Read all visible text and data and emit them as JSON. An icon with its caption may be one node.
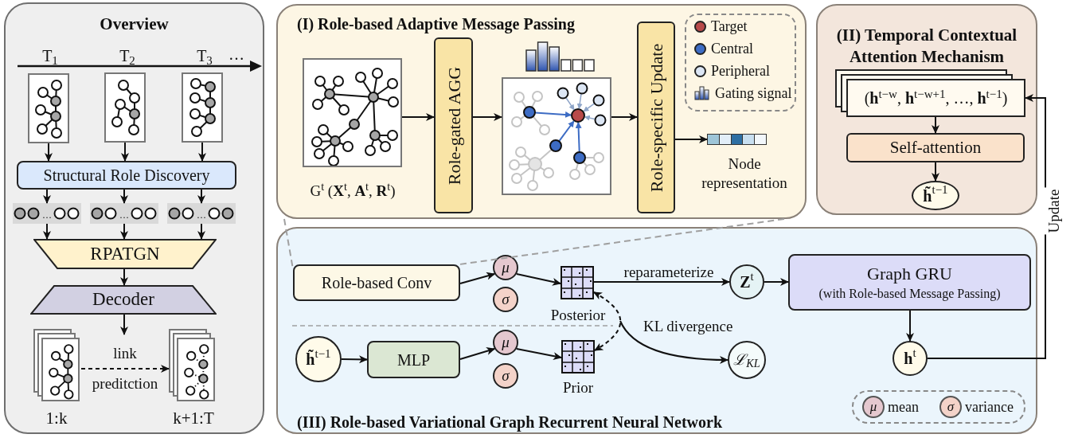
{
  "diagram": {
    "nodes": [
      {
        "text": [
          "Overview"
        ]
      },
      {
        "text": [],
        "shape": "picture",
        "in": 0,
        "beside": [
          "T$_{1}$"
        ]
      },
      {
        "text": [],
        "shape": "picture",
        "in": 0,
        "beside": [
          "T$_{2}$"
        ]
      },
      {
        "text": [],
        "shape": "picture",
        "in": 0,
        "beside": [
          "T$_{3}$"
        ]
      },
      {
        "text": [
          "Structural Role Discovery"
        ],
        "in": 0
      },
      {
        "text": [
          "…"
        ],
        "in": 0
      },
      {
        "text": [
          "…"
        ],
        "in": 0
      },
      {
        "text": [
          "…"
        ],
        "in": 0
      },
      {
        "text": [
          "RPATGN"
        ],
        "in": 0
      },
      {
        "text": [
          "Decoder"
        ],
        "in": 0
      },
      {
        "text": [],
        "shape": "picture",
        "in": 0,
        "beside": [
          "1:k"
        ]
      },
      {
        "text": [],
        "shape": "picture",
        "in": 0,
        "beside": [
          "k+1:T"
        ]
      },
      {
        "text": [
          "(I) Role-based Adaptive Message Passing"
        ]
      },
      {
        "text": [],
        "shape": "picture",
        "in": 12,
        "beside": [
          "G$^{t}$ (**X**$^{t}$, **A**$^{t}$, **R**$^{t}$)"
        ]
      },
      {
        "text": [
          "Role-gated AGG"
        ],
        "in": 12
      },
      {
        "text": [],
        "shape": "picture",
        "in": 12
      },
      {
        "text": [
          "Role-specific Update"
        ],
        "in": 12
      },
      {
        "text": [],
        "shape": "bar",
        "in": 12,
        "beside": [
          "Node representation"
        ]
      },
      {
        "text": [
          "(II) Temporal Contextual Attention Mechanism"
        ]
      },
      {
        "text": [
          "(**h**$^{t−w}$, **h**$^{t−w+1}$, …, **h**$^{t−1}$)"
        ],
        "in": 18
      },
      {
        "text": [
          "Self-attention"
        ],
        "in": 18
      },
      {
        "text": [
          "**h̃**$^{t−1}$"
        ],
        "in": 18
      },
      {
        "text": [
          "(III) Role-based Variational Graph Recurrent Neural Network"
        ]
      },
      {
        "text": [
          "Role-based Conv"
        ],
        "in": 22
      },
      {
        "text": [
          "μ"
        ],
        "in": 22
      },
      {
        "text": [
          "σ"
        ],
        "in": 22
      },
      {
        "text": [],
        "shape": "picture",
        "in": 22,
        "beside": [
          "Posterior"
        ]
      },
      {
        "text": [
          "**Z**$^{t}$"
        ],
        "in": 22
      },
      {
        "text": [
          "Graph GRU",
          "(with Role-based Message Passing)"
        ],
        "in": 22
      },
      {
        "text": [
          "**h̃**$^{t−1}$"
        ],
        "in": 22
      },
      {
        "text": [
          "MLP"
        ],
        "in": 22
      },
      {
        "text": [
          "μ"
        ],
        "in": 22
      },
      {
        "text": [
          "σ"
        ],
        "in": 22
      },
      {
        "text": [],
        "shape": "picture",
        "in": 22,
        "beside": [
          "Prior"
        ]
      },
      {
        "text": [
          "ℒ$_{KL}$"
        ],
        "in": 22
      },
      {
        "text": [
          "**h**$^{t}$"
        ],
        "in": 22
      }
    ],
    "edges": [
      {
        "from": 1,
        "to": 4,
        "arrow": "to"
      },
      {
        "from": 2,
        "to": 4,
        "arrow": "to"
      },
      {
        "from": 3,
        "to": 4,
        "arrow": "to"
      },
      {
        "from": 4,
        "to": 5,
        "arrow": "to"
      },
      {
        "from": 4,
        "to": 6,
        "arrow": "to"
      },
      {
        "from": 4,
        "to": 7,
        "arrow": "to"
      },
      {
        "from": 5,
        "to": 8,
        "arrow": "to"
      },
      {
        "from": 6,
        "to": 8,
        "arrow": "to"
      },
      {
        "from": 7,
        "to": 8,
        "arrow": "to"
      },
      {
        "from": 8,
        "to": 9,
        "arrow": "to"
      },
      {
        "from": 9,
        "to": null,
        "arrow": "to"
      },
      {
        "from": 10,
        "to": 11,
        "arrow": "to",
        "style": "dashed",
        "label": "link preditction"
      },
      {
        "from": 13,
        "to": 14,
        "arrow": "to"
      },
      {
        "from": 14,
        "to": 15,
        "arrow": "to"
      },
      {
        "from": 15,
        "to": 16,
        "arrow": "to"
      },
      {
        "from": 16,
        "to": 17,
        "arrow": "to"
      },
      {
        "from": 19,
        "to": 20,
        "arrow": "to"
      },
      {
        "from": 20,
        "to": 21,
        "arrow": "to"
      },
      {
        "from": 23,
        "to": 24,
        "arrow": "to"
      },
      {
        "from": 24,
        "to": 26,
        "arrow": "to"
      },
      {
        "from": 26,
        "to": 27,
        "arrow": "to",
        "label": "reparameterize"
      },
      {
        "from": 27,
        "to": 28,
        "arrow": "to"
      },
      {
        "from": 28,
        "to": 35,
        "arrow": "to"
      },
      {
        "from": 35,
        "to": 19,
        "arrow": "to",
        "label": "Update"
      },
      {
        "from": 29,
        "to": 30,
        "arrow": "to"
      },
      {
        "from": 30,
        "to": 31,
        "arrow": "to"
      },
      {
        "from": 31,
        "to": 33,
        "arrow": "to"
      },
      {
        "from": 26,
        "to": 33,
        "arrow": "both",
        "style": "dashed"
      },
      {
        "from": null,
        "to": 34,
        "arrow": "to",
        "label": "KL divergence"
      },
      {
        "from": 12,
        "to": 23,
        "arrow": "none",
        "style": "dashed",
        "color": "#a0a0a0"
      },
      {
        "from": 12,
        "to": 23,
        "arrow": "none",
        "style": "dashed",
        "color": "#a0a0a0"
      }
    ],
    "labels": [
      "…",
      "μ",
      "σ"
    ],
    "legend": [
      {
        "text": "Target",
        "color": "#b84a4a"
      },
      {
        "text": "Central",
        "color": "#3d6cc4"
      },
      {
        "text": "Peripheral",
        "color": "#dce6f4"
      },
      {
        "text": "Gating signal"
      },
      {
        "text": "mean",
        "color": "#e5c8cf"
      },
      {
        "text": "variance",
        "color": "#f4d3c9"
      }
    ]
  }
}
